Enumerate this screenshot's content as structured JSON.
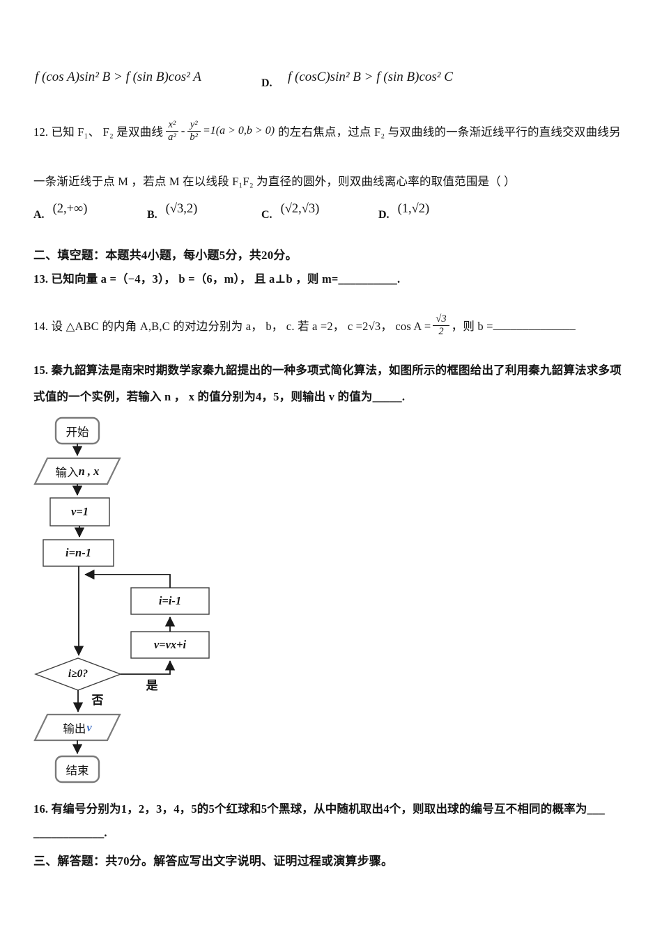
{
  "q11": {
    "option_c_formula": "f (cos A)sin² B > f (sin B)cos² A",
    "d_label": "D.",
    "option_d_formula": "f (cosC)sin² B > f (sin B)cos² C"
  },
  "q12": {
    "line1_pre": "12. 已知 F₁、 F₂ 是双曲线",
    "frac1": {
      "num": "x²",
      "den": "a²"
    },
    "minus": "-",
    "frac2": {
      "num": "y²",
      "den": "b²"
    },
    "line1_mid": "=1(a > 0,b > 0)",
    "line1_post": "的左右焦点，过点 F₂ 与双曲线的一条渐近线平行的直线交双曲线另",
    "line2": "一条渐近线于点 M ，若点 M 在以线段 F₁F₂ 为直径的圆外，则双曲线离心率的取值范围是（ ）",
    "options": [
      {
        "label": "A.",
        "value": "(2,+∞)"
      },
      {
        "label": "B.",
        "value": "(√3,2)"
      },
      {
        "label": "C.",
        "value": "(√2,√3)"
      },
      {
        "label": "D.",
        "value": "(1,√2)"
      }
    ]
  },
  "section2_heading": "二、填空题：本题共4小题，每小题5分，共20分。",
  "q13_text": "13. 已知向量 a =（−4，3）， b =（6，m）， 且 a⊥b ，则 m=__________.",
  "q14": {
    "pre": "14. 设 △ABC 的内角 A,B,C 的对边分别为 a， b， c. 若 a =2， c =2√3， cos A =",
    "frac": {
      "num": "√3",
      "den": "2"
    },
    "post": "，则 b =",
    "blank": "______________"
  },
  "q15": {
    "line1": "15. 秦九韶算法是南宋时期数学家秦九韶提出的一种多项式简化算法，如图所示的框图给出了利用秦九韶算法求多项",
    "line2": "式值的一个实例，若输入 n ， x 的值分别为4，5，则输出 v 的值为_____."
  },
  "flowchart": {
    "start": "开始",
    "input_prefix": "输入",
    "input_vars": "n , x",
    "assign_v": "v=1",
    "assign_i": "i=n-1",
    "decrement": "i=i-1",
    "update": "v=vx+i",
    "condition": "i≥0?",
    "yes": "是",
    "no": "否",
    "output_prefix": "输出",
    "output_var": "v",
    "end": "结束"
  },
  "q16": {
    "line1": "16. 有编号分别为1，2，3，4，5的5个红球和5个黑球，从中随机取出4个，则取出球的编号互不相同的概率为___",
    "line2": "____________."
  },
  "section3_heading": "三、解答题：共70分。解答应写出文字说明、证明过程或演算步骤。"
}
